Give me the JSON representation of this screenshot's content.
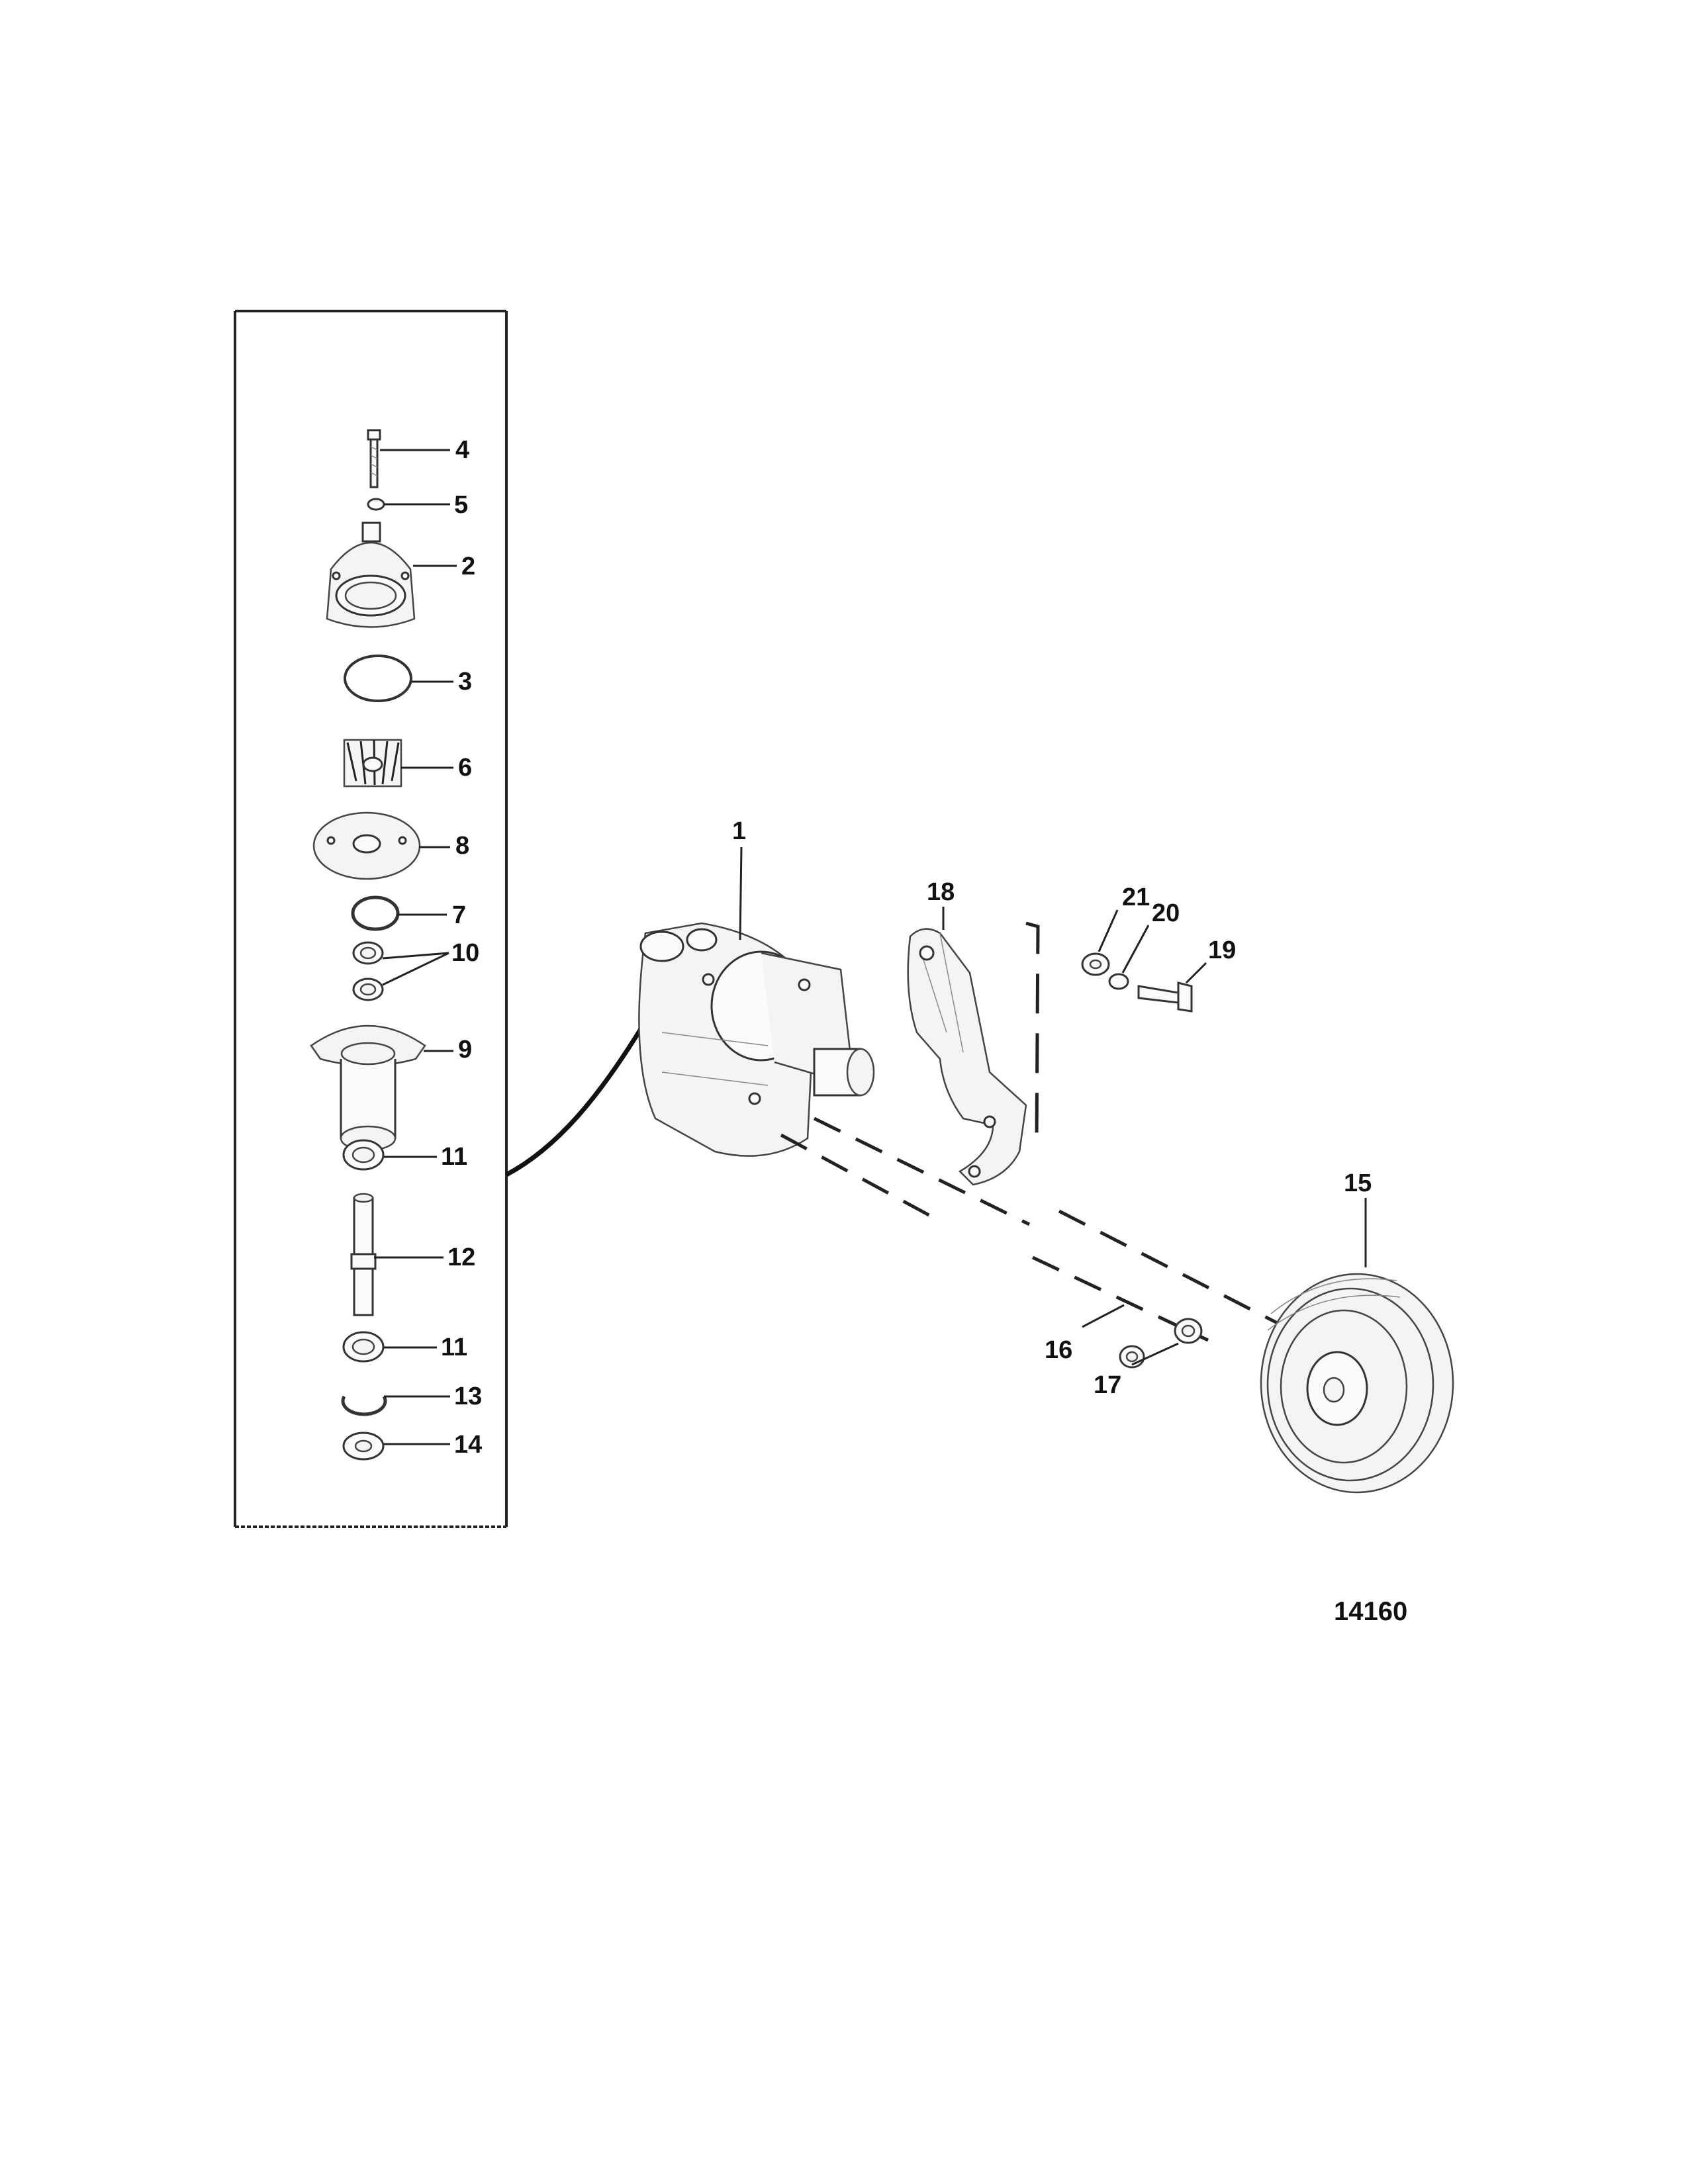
{
  "callouts": [
    {
      "id": "1",
      "label": "1"
    },
    {
      "id": "2",
      "label": "2"
    },
    {
      "id": "3",
      "label": "3"
    },
    {
      "id": "4",
      "label": "4"
    },
    {
      "id": "5",
      "label": "5"
    },
    {
      "id": "6",
      "label": "6"
    },
    {
      "id": "7",
      "label": "7"
    },
    {
      "id": "8",
      "label": "8"
    },
    {
      "id": "9",
      "label": "9"
    },
    {
      "id": "10",
      "label": "10"
    },
    {
      "id": "11a",
      "label": "11"
    },
    {
      "id": "11b",
      "label": "11"
    },
    {
      "id": "12",
      "label": "12"
    },
    {
      "id": "13",
      "label": "13"
    },
    {
      "id": "14",
      "label": "14"
    },
    {
      "id": "15",
      "label": "15"
    },
    {
      "id": "16",
      "label": "16"
    },
    {
      "id": "17",
      "label": "17"
    },
    {
      "id": "18",
      "label": "18"
    },
    {
      "id": "19",
      "label": "19"
    },
    {
      "id": "20",
      "label": "20"
    },
    {
      "id": "21",
      "label": "21"
    }
  ],
  "drawing_number": "14160",
  "colors": {
    "line": "#222222",
    "background": "#ffffff"
  }
}
